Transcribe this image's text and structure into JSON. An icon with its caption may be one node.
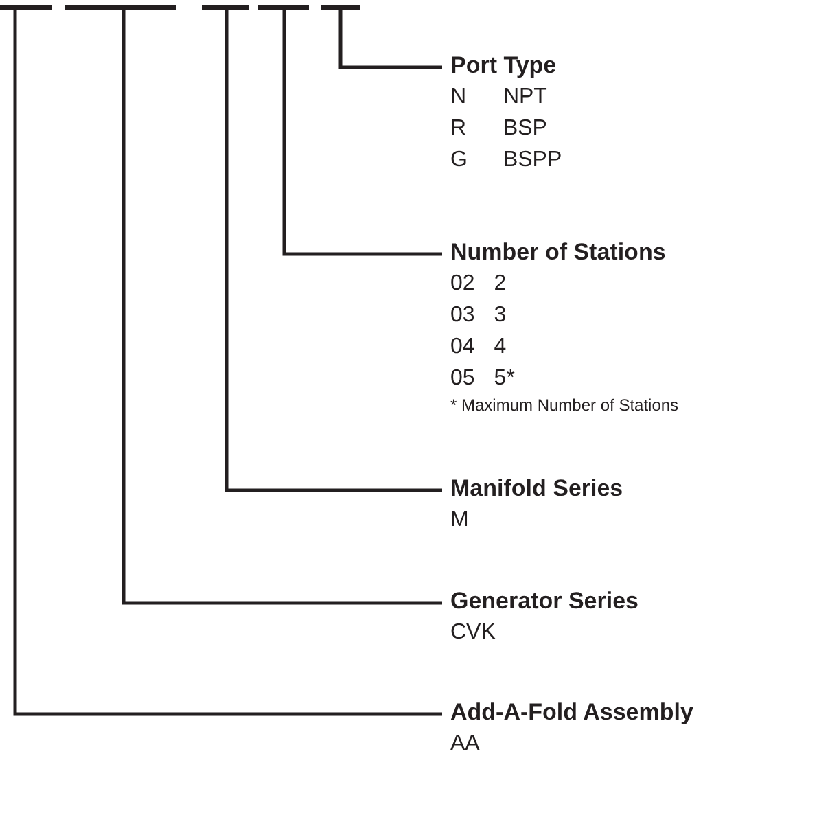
{
  "diagram": {
    "nodes": [
      {
        "text": [],
        "shape": "bar"
      },
      {
        "text": [],
        "shape": "bar"
      },
      {
        "text": [],
        "shape": "bar"
      },
      {
        "text": [],
        "shape": "bar"
      },
      {
        "text": [],
        "shape": "bar"
      },
      {
        "text": [
          "Port Type",
          "N",
          "NPT",
          "R",
          "BSP",
          "G",
          "BSPP"
        ]
      },
      {
        "text": [
          "Number of Stations",
          "02",
          "2",
          "03",
          "3",
          "04",
          "4",
          "05",
          "5*"
        ]
      },
      {
        "text": [
          "Manifold Series",
          "M"
        ]
      },
      {
        "text": [
          "Generator Series",
          "CVK"
        ]
      },
      {
        "text": [
          "Add-A-Fold Assembly",
          "AA"
        ]
      }
    ],
    "edges": [
      {
        "from": 5,
        "to": 4,
        "arrow": "none"
      },
      {
        "from": 6,
        "to": 3,
        "arrow": "none"
      },
      {
        "from": 7,
        "to": 2,
        "arrow": "none"
      },
      {
        "from": 8,
        "to": 1,
        "arrow": "none"
      },
      {
        "from": 9,
        "to": 0,
        "arrow": "none"
      }
    ],
    "labels": [
      "* Maximum Number of Stations"
    ]
  }
}
